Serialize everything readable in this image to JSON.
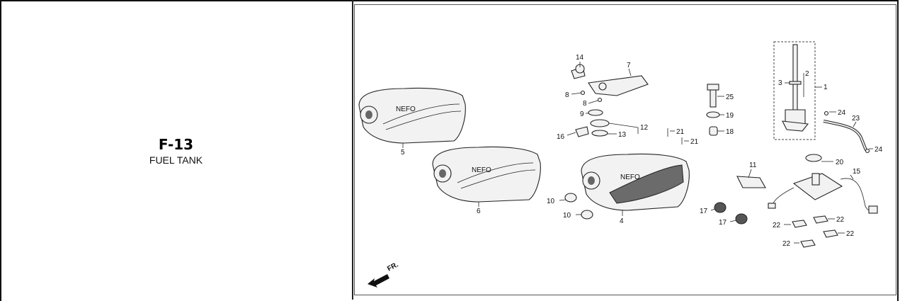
{
  "section": {
    "code": "F-13",
    "title": "FUEL TANK"
  },
  "diagram": {
    "front_marker": "FR.",
    "callouts": [
      "1",
      "2",
      "3",
      "4",
      "5",
      "6",
      "7",
      "8",
      "8",
      "9",
      "10",
      "10",
      "11",
      "12",
      "13",
      "14",
      "15",
      "16",
      "17",
      "17",
      "18",
      "19",
      "20",
      "21",
      "21",
      "22",
      "22",
      "22",
      "22",
      "23",
      "24",
      "24",
      "25"
    ]
  }
}
